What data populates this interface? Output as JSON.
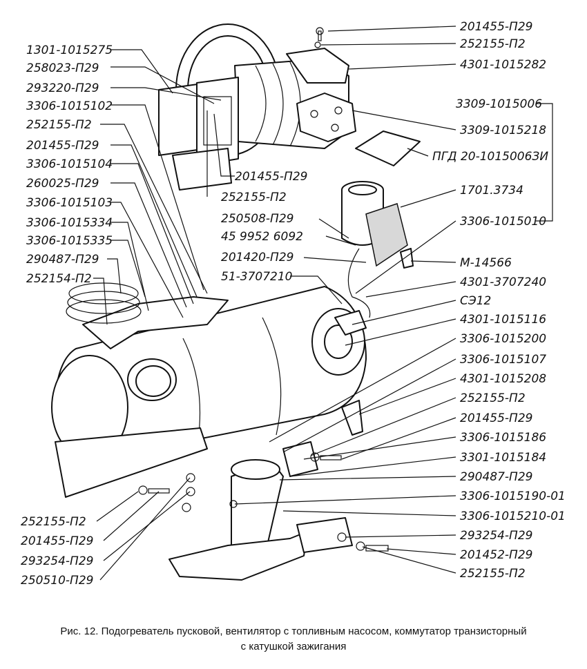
{
  "labels_left": [
    "1301-1015275",
    "258023-П29",
    "293220-П29",
    "3306-1015102",
    "252155-П2",
    "201455-П29",
    "3306-1015104",
    "260025-П29",
    "3306-1015103",
    "3306-1015334",
    "3306-1015335",
    "290487-П29",
    "252154-П2"
  ],
  "labels_center": [
    "201455-П29",
    "252155-П2",
    "250508-П29",
    "45 9952 6092",
    "201420-П29",
    "51-3707210"
  ],
  "labels_right": [
    "201455-П29",
    "252155-П2",
    "4301-1015282",
    "3309-1015006",
    "3309-1015218",
    "ПГД 20-1015006ЗИ",
    "1701.3734",
    "3306-1015010",
    "М-14566",
    "4301-3707240",
    "СЭ12",
    "4301-1015116",
    "3306-1015200",
    "3306-1015107",
    "4301-1015208",
    "252155-П2",
    "201455-П29",
    "3306-1015186",
    "3301-1015184",
    "290487-П29",
    "3306-1015190-01",
    "3306-1015210-01",
    "293254-П29",
    "201452-П29",
    "252155-П2"
  ],
  "labels_bottom_left": [
    "252155-П2",
    "201455-П29",
    "293254-П29",
    "250510-П29"
  ],
  "caption": {
    "line1": "Рис. 12. Подогреватель пусковой, вентилятор с топливным насосом, коммутатор транзисторный",
    "line2": "с катушкой зажигания"
  }
}
